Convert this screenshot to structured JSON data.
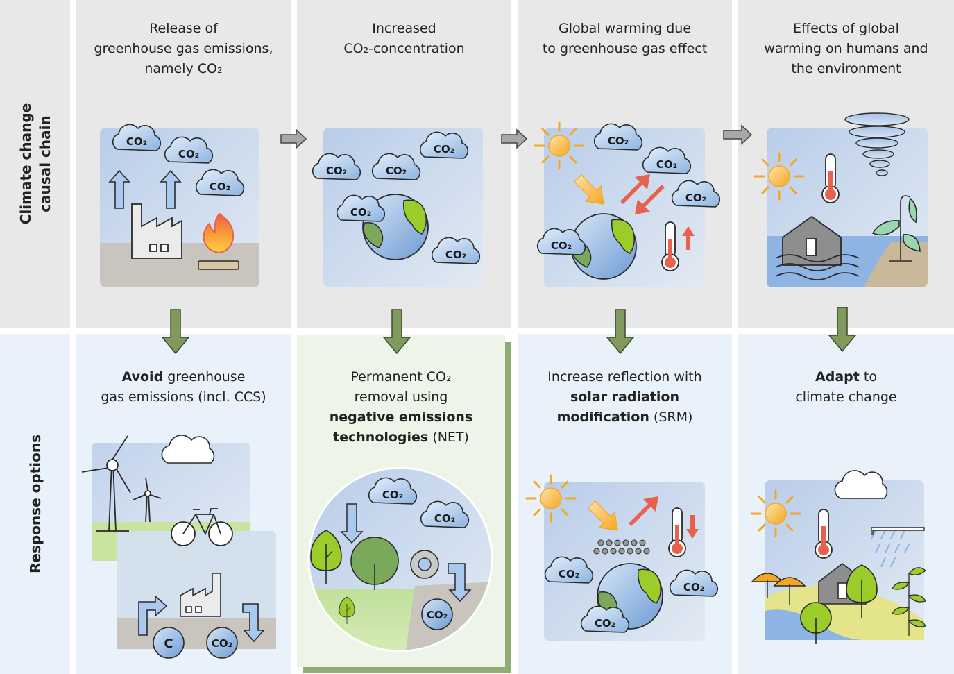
{
  "row_labels": {
    "causal_chain": [
      "Climate change",
      "causal chain"
    ],
    "response": "Response options"
  },
  "causal_chain": [
    {
      "lines": [
        "Release of",
        "greenhouse gas emissions,",
        "namely CO₂"
      ]
    },
    {
      "lines": [
        "Increased",
        "CO₂-concentration"
      ]
    },
    {
      "lines": [
        "Global warming due",
        "to greenhouse gas effect"
      ]
    },
    {
      "lines": [
        "Effects of global",
        "warming on humans and",
        "the environment"
      ]
    }
  ],
  "responses": [
    {
      "l1_bold": "Avoid",
      "l1_rest": " greenhouse",
      "l2": "gas emissions (incl. CCS)"
    },
    {
      "l1": "Permanent CO₂",
      "l2": "removal using",
      "l3_bold": "negative emissions",
      "l4_bold": "technologies",
      "l4_rest": " (NET)"
    },
    {
      "l1": "Increase reflection with",
      "l2_bold": "solar radiation",
      "l3_bold": "modification",
      "l3_rest": " (SRM)"
    },
    {
      "l1_bold": "Adapt",
      "l1_rest": " to",
      "l2": "climate change"
    }
  ],
  "icon_labels": {
    "co2": "CO₂",
    "carbon": "C"
  },
  "icons": [
    "co2-cloud-icon",
    "factory-icon",
    "fire-icon",
    "up-arrow-icon",
    "earth-icon",
    "sun-icon",
    "thermometer-icon",
    "tornado-icon",
    "house-icon",
    "plant-icon",
    "wind-turbine-icon",
    "bicycle-icon",
    "cloud-icon",
    "tree-icon",
    "filter-icon",
    "sunshade-icon",
    "rain-icon",
    "particles-icon"
  ],
  "colors": {
    "top_background": "#e8e8e8",
    "bottom_background": "#e9f1fa",
    "net_panel": "#eef4e8",
    "flow_arrow_green": "#7f9a5c",
    "chain_arrow_gray": "#9a9a9a",
    "sun": "#f5a623",
    "heat_red": "#e8614f",
    "earth_blue": "#7fa9d8",
    "land_green": "#9ccc2a",
    "cloud_blue": "#a9c9ee"
  }
}
